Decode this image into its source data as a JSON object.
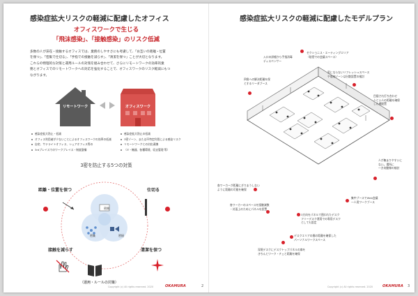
{
  "left_page": {
    "title": "感染症拡大リスクの軽減に配慮したオフィス",
    "subtitle_line1": "オフィスワークで生じる",
    "subtitle_line2": "「飛沫感染」、「接触感染」のリスク低減",
    "paragraph": [
      "多数の人が滞在・接触するオフィスでは、業務のしやすさにも考慮して、「お互いの距離・位置",
      "を保つ」、「密集で仕切る」、「手指での接触を減らす」、「清潔を保つ」ことが大切となります。",
      "これらの物理的な対策と運用ルールの対策を組み合わせて、さらにリモートワークの効率的業",
      "務とオフィスでのリモートワークへの対応を強化することで、オフィスワークのリスク軽減にもつ",
      "ながります。"
    ],
    "remote_label": "リモートワーク",
    "office_label": "オフィスワーク",
    "remote_bullets": [
      "感染症拡大防止・低減",
      "オフィス利用者が少ないことによるオフィスワークの効率の低減",
      "自宅、サテライトオフィス、シェアオフィス等の",
      "3rdプレイスでのワークプレイス・制度整備"
    ],
    "office_bullets": [
      "感染症拡大防止の低減",
      "3密ゾーン、または不特定利用による感染リスク",
      "リモートワークとの対応連携",
      "（IT・機器、各種環境、収支管理 等）"
    ],
    "countermeasures_title": "3密を防止する5つの対策",
    "key_distance": "距離・位置を保つ",
    "key_partition": "仕切る",
    "key_contact": "接触を減らす",
    "key_clean": "清潔を保つ",
    "sanmitsu_closed": "密閉",
    "sanmitsu_crowded": "密集",
    "sanmitsu_close": "密接",
    "rules_label": "（運用・ルールの対策）",
    "copyright": "Copyright (c) All rights reserved. 2020",
    "brand": "OKAMURA",
    "page_number": "2"
  },
  "right_page": {
    "title": "感染症拡大リスクの軽減に配慮したモデルプラン",
    "callouts": [
      [
        "入口の詳細から手指消毒",
        "ディスペンサー"
      ],
      [
        "セクショニス・エーティングエリア",
        "（秘密での会議スペース）"
      ],
      [
        "窓にならないリフレッシュスペース",
        "や収納ゾーンは分散設置の検討"
      ],
      [
        "四角への解決距離を保",
        "とするリーダブース"
      ],
      [
        "目隠され打ち合わせ",
        "人とい人の距離を確保",
        "した横配置"
      ],
      [
        "各ワーカーが距離にぎりまうしない",
        "ように距離の可能を確保"
      ],
      [
        "人が集まりやすいに",
        "ない。場所に",
        "一方向動線の検討"
      ],
      [
        "集中ブースでWeb会議",
        "一人用ワークブース"
      ],
      [
        "各ワーカーのスペースを接触減数",
        "・対面上のためにパネルを設置"
      ],
      [
        "3方向をパネルで囲われたデスク",
        "フリーデスク運用での専用デスク",
        "としても設定"
      ],
      [
        "デスクエリアの間の距離を確保した",
        "パーソナルワークスペース"
      ],
      [
        "深堀デスクにデスクトップパネルの扉を",
        "きちんとワーク・チェと距離を確保"
      ]
    ],
    "copyright": "Copyright (c) All rights reserved. 2020",
    "brand": "OKAMURA",
    "page_number": "3"
  },
  "colors": {
    "accent_red": "#c8262b",
    "dot_red": "#d8202a",
    "remote_gray": "#5a5a5a",
    "office_red": "#d9534f",
    "circle_blue": "#5f8fcf"
  }
}
